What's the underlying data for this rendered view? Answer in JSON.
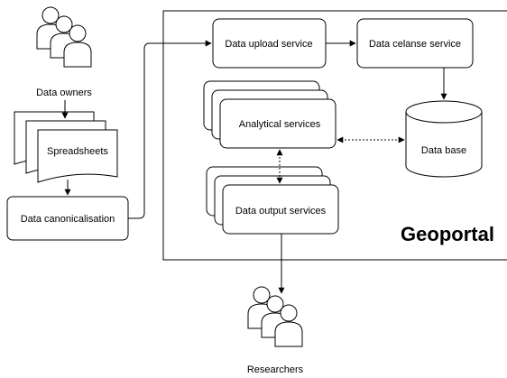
{
  "diagram": {
    "container_label": "Geoportal",
    "actors": {
      "owners": "Data owners",
      "researchers": "Researchers"
    },
    "nodes": {
      "spreadsheets": "Spreadsheets",
      "canonicalisation": "Data canonicalisation",
      "upload": "Data upload service",
      "cleanse": "Data celanse service",
      "analytical": "Analytical services",
      "database": "Data base",
      "output": "Data output services"
    }
  }
}
